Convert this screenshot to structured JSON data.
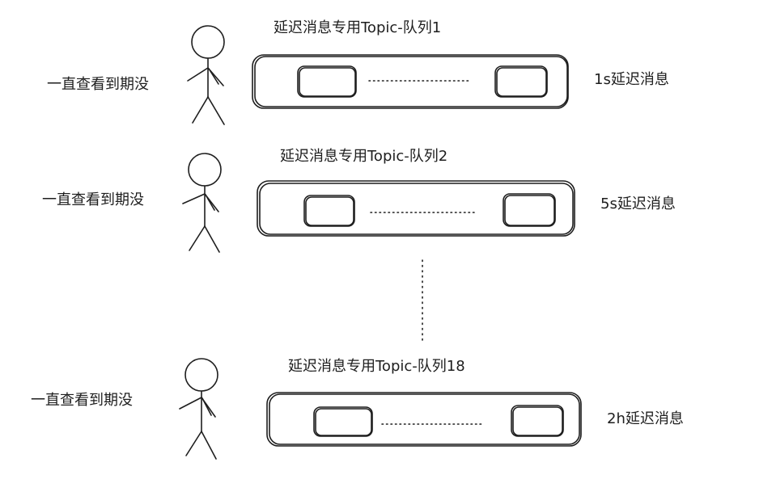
{
  "rows": [
    {
      "consumer_label": "一直查看到期没",
      "queue_title": "延迟消息专用Topic-队列1",
      "delay_label": "1s延迟消息"
    },
    {
      "consumer_label": "一直查看到期没",
      "queue_title": "延迟消息专用Topic-队列2",
      "delay_label": "5s延迟消息"
    },
    {
      "consumer_label": "一直查看到期没",
      "queue_title": "延迟消息专用Topic-队列18",
      "delay_label": "2h延迟消息"
    }
  ],
  "colors": {
    "stroke": "#1e1e1e",
    "background": "#ffffff"
  }
}
